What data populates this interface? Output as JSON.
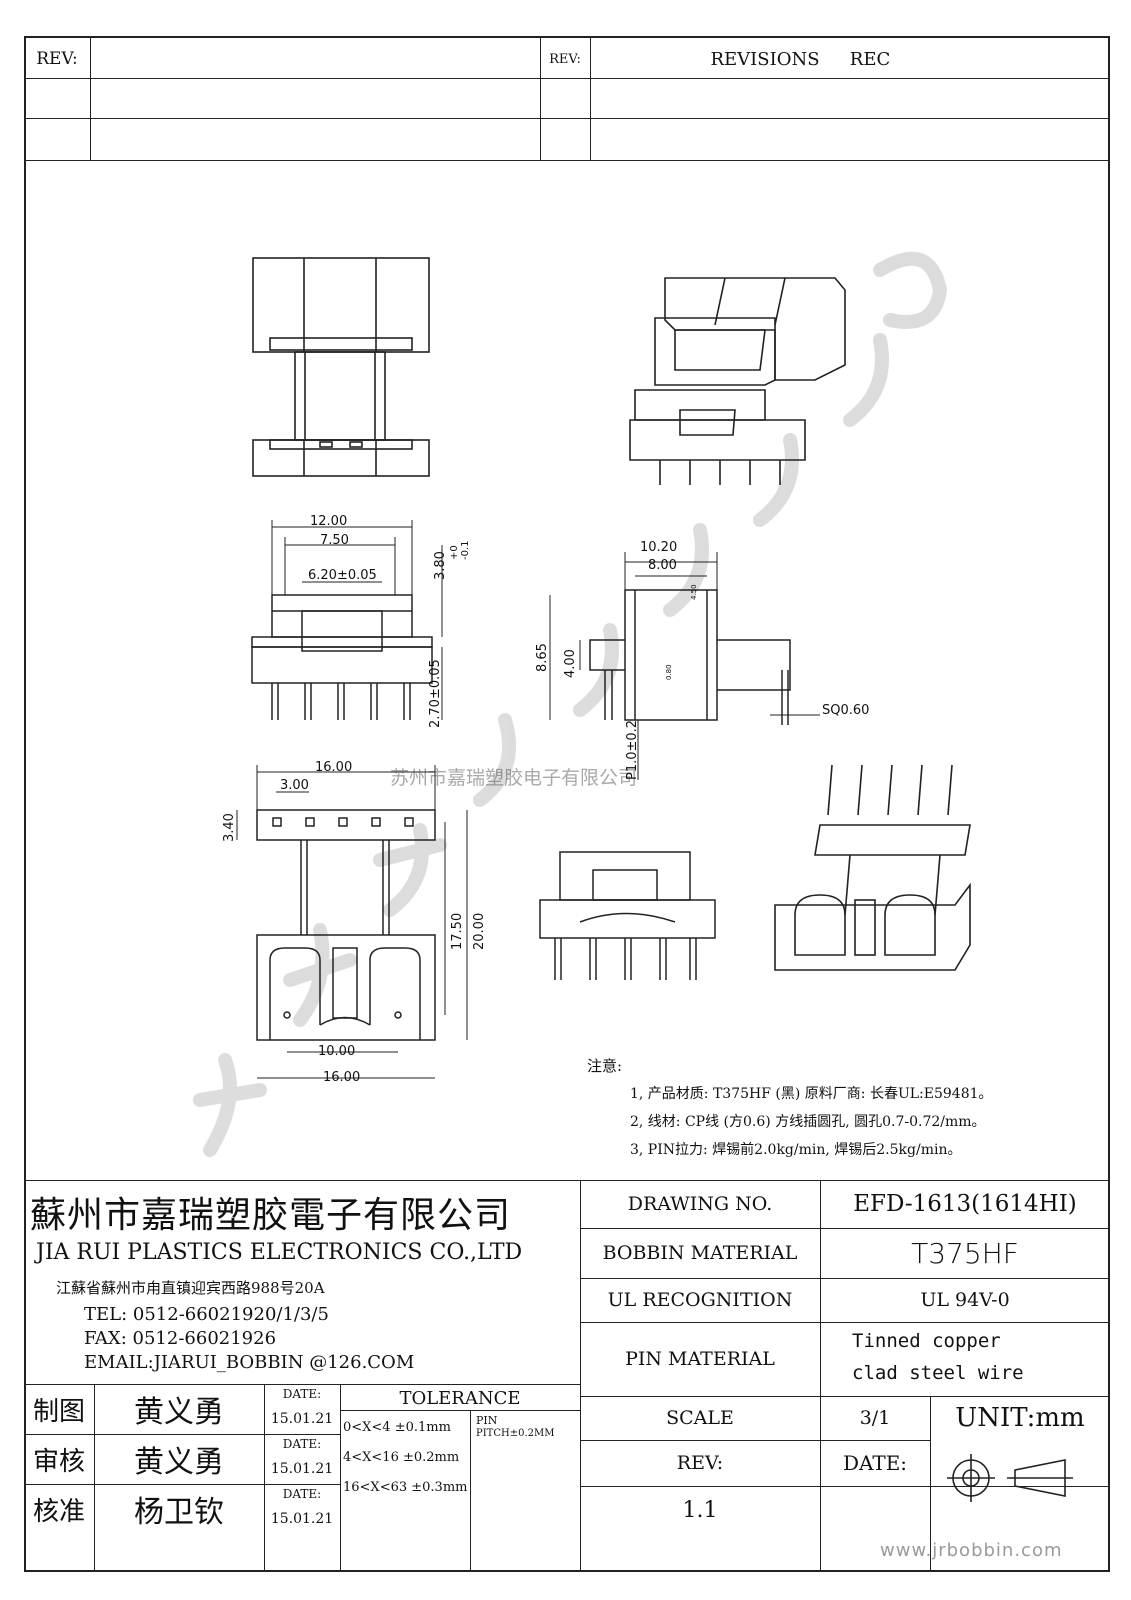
{
  "revision_block": {
    "rev_left": "REV:",
    "rev_right": "REV:",
    "revisions": "REVISIONS",
    "rec": "REC"
  },
  "dimensions": {
    "d_I": "12.00",
    "d_G": "7.50",
    "d_inner": "6.20±0.05",
    "d_H": "3.80",
    "d_H_tol_plus": "+0",
    "d_H_tol_minus": "-0.1",
    "d_B": "2.70±0.05",
    "d_E": "10.20",
    "d_F": "8.00",
    "d_865": "8.65",
    "d_400": "4.00",
    "d_P": "P1.0±0.2",
    "d_sq": "SQ0.60",
    "d_K": "16.00",
    "d_D": "3.00",
    "d_340": "3.40",
    "d_A": "17.50",
    "d_M": "20.00",
    "d_N": "10.00",
    "d_bottom": "16.00",
    "small_a": "4.50",
    "small_b": "0.80"
  },
  "watermark": {
    "company_cn": "苏州市嘉瑞塑胶电子有限公司"
  },
  "notes": {
    "heading": "注意:",
    "items": [
      "1, 产品材质: T375HF (黑) 原料厂商: 长春UL:E59481。",
      "2, 线材: CP线 (方0.6) 方线插圆孔, 圆孔0.7-0.72/mm。",
      "3, PIN拉力: 焊锡前2.0kg/min, 焊锡后2.5kg/min。"
    ]
  },
  "company": {
    "name_cn": "蘇州市嘉瑞塑胶電子有限公司",
    "name_en": "JIA RUI PLASTICS ELECTRONICS CO.,LTD",
    "address": "江蘇省蘇州市甪直镇迎宾西路988号20A",
    "tel": "TEL: 0512-66021920/1/3/5",
    "fax": "FAX: 0512-66021926",
    "email": "EMAIL:JIARUI_BOBBIN @126.COM"
  },
  "approvals": [
    {
      "role": "制图",
      "name": "黄义勇",
      "date_label": "DATE:",
      "date": "15.01.21"
    },
    {
      "role": "审核",
      "name": "黄义勇",
      "date_label": "DATE:",
      "date": "15.01.21"
    },
    {
      "role": "核准",
      "name": "杨卫钦",
      "date_label": "DATE:",
      "date": "15.01.21"
    }
  ],
  "tolerance": {
    "title": "TOLERANCE",
    "rows": [
      "0<X<4  ±0.1mm",
      "4<X<16 ±0.2mm",
      "16<X<63 ±0.3mm"
    ],
    "pin_label": "PIN",
    "pin_pitch": "PITCH±0.2MM"
  },
  "spec": {
    "drawing_no_label": "DRAWING   NO.",
    "drawing_no": "EFD-1613(1614HI)",
    "bobbin_material_label": "BOBBIN  MATERIAL",
    "bobbin_material": "T375HF",
    "ul_label": "UL RECOGNITION",
    "ul_value": "UL 94V-0",
    "pin_material_label": "PIN MATERIAL",
    "pin_material_line1": "Tinned copper",
    "pin_material_line2": "clad steel wire",
    "scale_label": "SCALE",
    "scale_value": "3/1",
    "unit": "UNIT:mm",
    "date_label": "DATE:",
    "rev_label": "REV:",
    "rev_value": "1.1"
  },
  "website": "www.jrbobbin.com"
}
